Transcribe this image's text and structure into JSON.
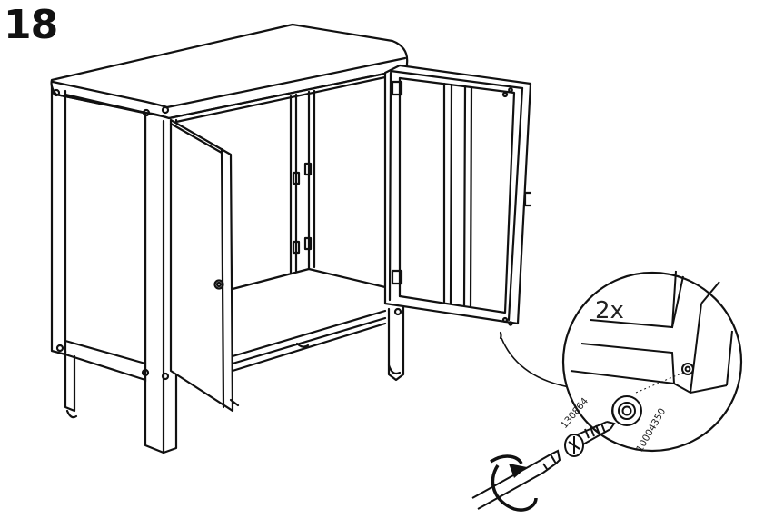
{
  "step": {
    "number": "18"
  },
  "detail": {
    "quantity": "2x",
    "parts": [
      {
        "id": "130864",
        "kind": "screw"
      },
      {
        "id": "10004350",
        "kind": "cap"
      }
    ]
  },
  "icons": [
    "cabinet-illustration",
    "detail-magnifier",
    "screwdriver-icon",
    "rotation-arrow-icon"
  ]
}
